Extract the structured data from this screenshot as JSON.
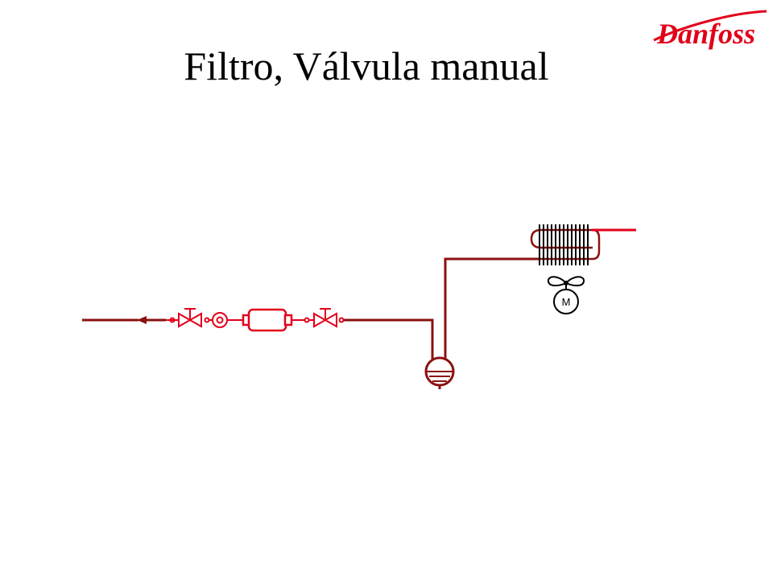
{
  "title": "Filtro, Válvula manual",
  "logo": {
    "text": "Danfoss",
    "color": "#e2001a"
  },
  "motor": {
    "label": "M"
  },
  "colors": {
    "pipe_dark": "#8b1010",
    "component_red": "#e2001a",
    "coil_black": "#000000"
  }
}
